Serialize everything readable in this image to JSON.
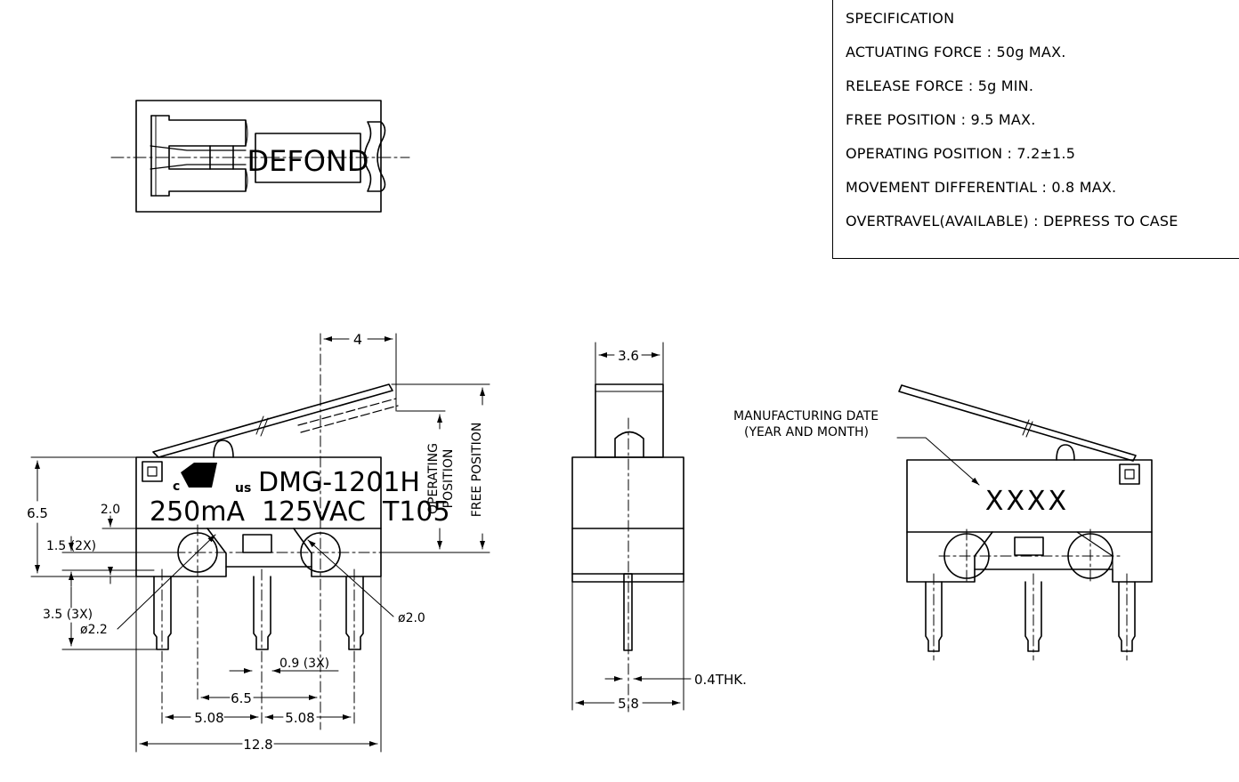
{
  "specification": {
    "title": "SPECIFICATION",
    "lines": [
      "ACTUATING FORCE : 50g MAX.",
      "RELEASE FORCE : 5g MIN.",
      "FREE POSITION : 9.5 MAX.",
      "OPERATING POSITION : 7.2±1.5",
      "MOVEMENT DIFFERENTIAL : 0.8 MAX.",
      "OVERTRAVEL(AVAILABLE) : DEPRESS TO CASE"
    ]
  },
  "top_view": {
    "brand": "DEFOND"
  },
  "front_view": {
    "cert_c": "c",
    "cert_us": "us",
    "model": "DMG-1201H",
    "rating": "250mA  125VAC  T105",
    "dims": {
      "lever_offset": "4",
      "height": "6.5",
      "top_to_hole": "2.0",
      "hole_height": "1.5 (2X)",
      "terminal_length": "3.5 (3X)",
      "hole_dia_left": "ø2.2",
      "hole_dia_right": "ø2.0",
      "terminal_width": "0.9 (3X)",
      "hole_spacing": "6.5",
      "pitch_left": "5.08",
      "pitch_right": "5.08",
      "overall_length": "12.8",
      "operating_position": "OPERATING POSITION",
      "operating_line1": "OPERATING",
      "operating_line2": "POSITION",
      "free_position": "FREE POSITION"
    }
  },
  "side_view": {
    "dims": {
      "actuator_width": "3.6",
      "body_width": "5.8",
      "terminal_thickness": "0.4THK."
    }
  },
  "back_view": {
    "label_line1": "MANUFACTURING DATE",
    "label_line2": "(YEAR AND MONTH)",
    "date_code": "XXXX"
  }
}
